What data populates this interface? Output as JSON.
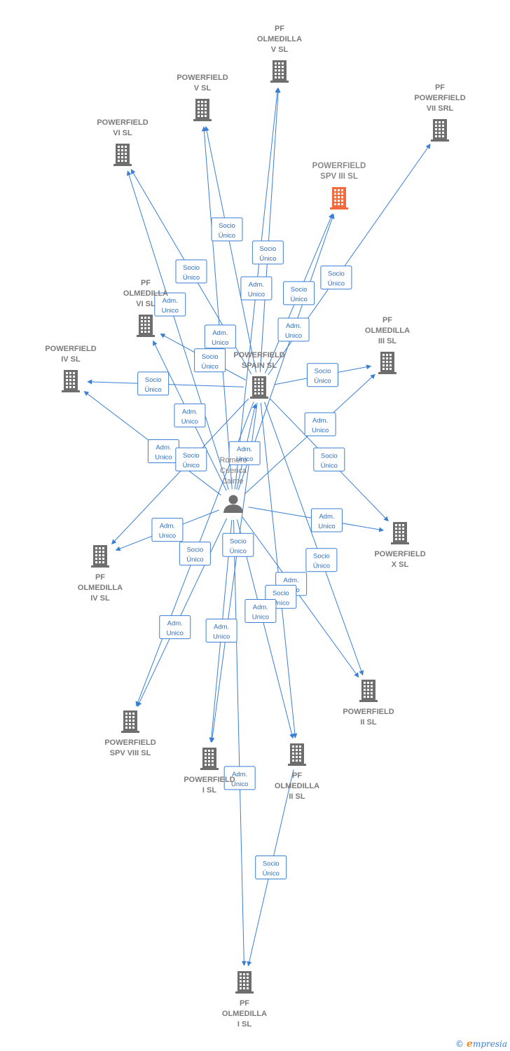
{
  "colors": {
    "edge": "#3a7fd5",
    "building": "#6e6e6e",
    "highlight_building": "#f26a3d",
    "label": "#7a7a7a"
  },
  "nodes": [
    {
      "id": "pf_olmedilla_v",
      "lines": [
        "PF",
        "OLMEDILLA",
        "V  SL"
      ]
    },
    {
      "id": "powerfield_v",
      "lines": [
        "POWERFIELD",
        "V  SL"
      ]
    },
    {
      "id": "pf_powerfield_vii",
      "lines": [
        "PF",
        "POWERFIELD",
        "VII SRL"
      ]
    },
    {
      "id": "powerfield_vi",
      "lines": [
        "POWERFIELD",
        "VI  SL"
      ]
    },
    {
      "id": "powerfield_spv_iii",
      "lines": [
        "POWERFIELD",
        "SPV III  SL"
      ],
      "highlight": true
    },
    {
      "id": "pf_olmedilla_vi",
      "lines": [
        "PF",
        "OLMEDILLA",
        "VI  SL"
      ]
    },
    {
      "id": "powerfield_iv",
      "lines": [
        "POWERFIELD",
        "IV  SL"
      ]
    },
    {
      "id": "pf_olmedilla_iii",
      "lines": [
        "PF",
        "OLMEDILLA",
        "III  SL"
      ]
    },
    {
      "id": "powerfield_spain",
      "lines": [
        "POWERFIELD",
        "SPAIN  SL"
      ]
    },
    {
      "id": "powerfield_x",
      "lines": [
        "POWERFIELD",
        "X  SL"
      ]
    },
    {
      "id": "pf_olmedilla_iv",
      "lines": [
        "PF",
        "OLMEDILLA",
        "IV  SL"
      ]
    },
    {
      "id": "powerfield_ii",
      "lines": [
        "POWERFIELD",
        "II  SL"
      ]
    },
    {
      "id": "powerfield_spv_viii",
      "lines": [
        "POWERFIELD",
        "SPV VIII  SL"
      ]
    },
    {
      "id": "powerfield_i",
      "lines": [
        "POWERFIELD",
        "I  SL"
      ]
    },
    {
      "id": "pf_olmedilla_ii",
      "lines": [
        "PF",
        "OLMEDILLA",
        "II  SL"
      ]
    },
    {
      "id": "pf_olmedilla_i",
      "lines": [
        "PF",
        "OLMEDILLA",
        "I  SL"
      ]
    }
  ],
  "person": {
    "id": "romero",
    "lines": [
      "Romero",
      "Cuenca",
      "Jaime"
    ]
  },
  "relations": {
    "socio": [
      "Socio",
      "Único"
    ],
    "adm": [
      "Adm.",
      "Unico"
    ]
  },
  "edges": [
    {
      "from": "powerfield_spain",
      "to": "pf_olmedilla_v",
      "rel": "socio"
    },
    {
      "from": "romero",
      "to": "pf_olmedilla_v",
      "rel": "adm"
    },
    {
      "from": "powerfield_spain",
      "to": "powerfield_v",
      "rel": "socio"
    },
    {
      "from": "romero",
      "to": "powerfield_v",
      "rel": "adm"
    },
    {
      "from": "powerfield_spain",
      "to": "powerfield_vi",
      "rel": "socio"
    },
    {
      "from": "romero",
      "to": "powerfield_vi",
      "rel": "adm"
    },
    {
      "from": "powerfield_spain",
      "to": "pf_powerfield_vii",
      "rel": "socio"
    },
    {
      "from": "powerfield_spain",
      "to": "powerfield_spv_iii",
      "rel": "socio"
    },
    {
      "from": "romero",
      "to": "powerfield_spv_iii",
      "rel": "adm"
    },
    {
      "from": "powerfield_spain",
      "to": "pf_olmedilla_vi",
      "rel": "socio"
    },
    {
      "from": "romero",
      "to": "pf_olmedilla_vi",
      "rel": "adm"
    },
    {
      "from": "powerfield_spain",
      "to": "powerfield_iv",
      "rel": "socio"
    },
    {
      "from": "romero",
      "to": "powerfield_iv",
      "rel": "adm"
    },
    {
      "from": "powerfield_spain",
      "to": "pf_olmedilla_iii",
      "rel": "socio"
    },
    {
      "from": "romero",
      "to": "pf_olmedilla_iii",
      "rel": "adm"
    },
    {
      "from": "romero",
      "to": "powerfield_spain",
      "rel": "adm"
    },
    {
      "from": "powerfield_spain",
      "to": "powerfield_x",
      "rel": "socio"
    },
    {
      "from": "romero",
      "to": "powerfield_x",
      "rel": "adm"
    },
    {
      "from": "powerfield_spain",
      "to": "pf_olmedilla_iv",
      "rel": "socio"
    },
    {
      "from": "romero",
      "to": "pf_olmedilla_iv",
      "rel": "adm"
    },
    {
      "from": "powerfield_spain",
      "to": "powerfield_ii",
      "rel": "socio"
    },
    {
      "from": "romero",
      "to": "powerfield_ii",
      "rel": "adm"
    },
    {
      "from": "powerfield_spain",
      "to": "powerfield_spv_viii",
      "rel": "socio"
    },
    {
      "from": "romero",
      "to": "powerfield_spv_viii",
      "rel": "adm"
    },
    {
      "from": "powerfield_spain",
      "to": "powerfield_i",
      "rel": "socio"
    },
    {
      "from": "romero",
      "to": "powerfield_i",
      "rel": "adm"
    },
    {
      "from": "powerfield_spain",
      "to": "pf_olmedilla_ii",
      "rel": "socio"
    },
    {
      "from": "romero",
      "to": "pf_olmedilla_ii",
      "rel": "adm"
    },
    {
      "from": "pf_olmedilla_ii",
      "to": "pf_olmedilla_i",
      "rel": "socio"
    },
    {
      "from": "romero",
      "to": "pf_olmedilla_i",
      "rel": "adm"
    }
  ],
  "footer": {
    "copyright": "©",
    "brand_initial": "e",
    "brand_rest": "mpresia"
  }
}
